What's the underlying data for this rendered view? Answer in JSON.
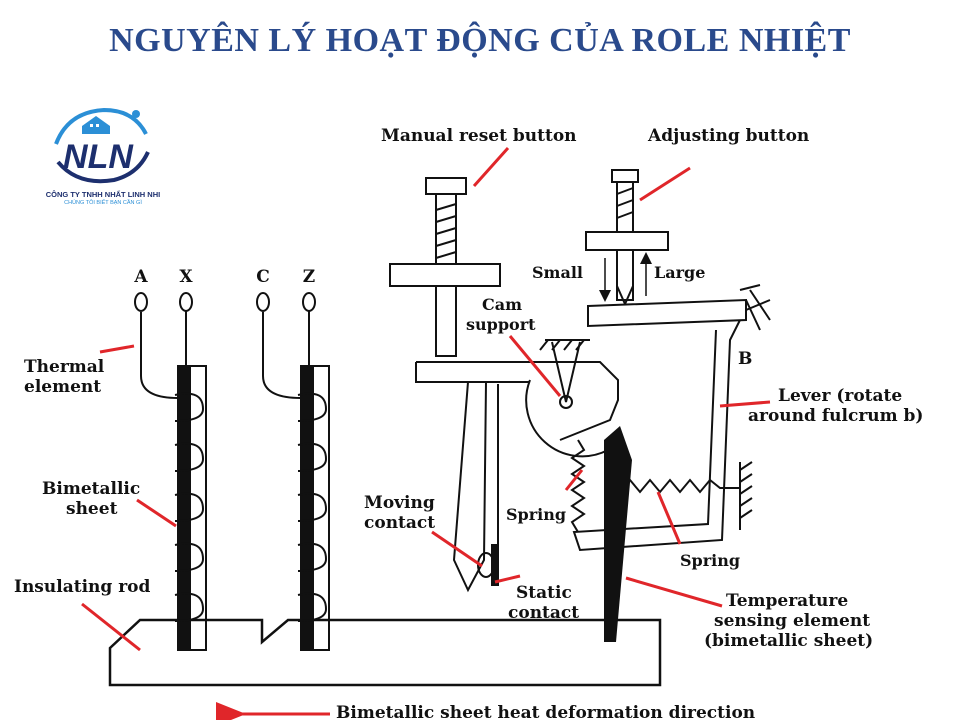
{
  "title": "NGUYÊN LÝ HOẠT ĐỘNG CỦA ROLE NHIỆT",
  "logo": {
    "monogram": "NLN",
    "company": "CÔNG TY TNHH NHẤT LINH NHI",
    "tagline": "CHÚNG TÔI BIẾT BẠN CẦN GÌ"
  },
  "terminals": [
    "A",
    "X",
    "C",
    "Z"
  ],
  "labels": {
    "manual_reset": "Manual reset button",
    "adjusting": "Adjusting button",
    "small": "Small",
    "large": "Large",
    "cam_support_1": "Cam",
    "cam_support_2": "support",
    "thermal_1": "Thermal",
    "thermal_2": "element",
    "b_point": "B",
    "lever_1": "Lever (rotate",
    "lever_2": "around fulcrum b)",
    "bimetallic_1": "Bimetallic",
    "bimetallic_2": "sheet",
    "moving_1": "Moving",
    "moving_2": "contact",
    "spring_left": "Spring",
    "spring_right": "Spring",
    "insulating": "Insulating rod",
    "static_1": "Static",
    "static_2": "contact",
    "temp_1": "Temperature",
    "temp_2": "sensing element",
    "temp_3": "(bimetallic sheet)",
    "direction": "Bimetallic sheet heat deformation direction"
  },
  "colors": {
    "title": "#2a4a8c",
    "pointer": "#e0262a",
    "ink": "#111111"
  }
}
